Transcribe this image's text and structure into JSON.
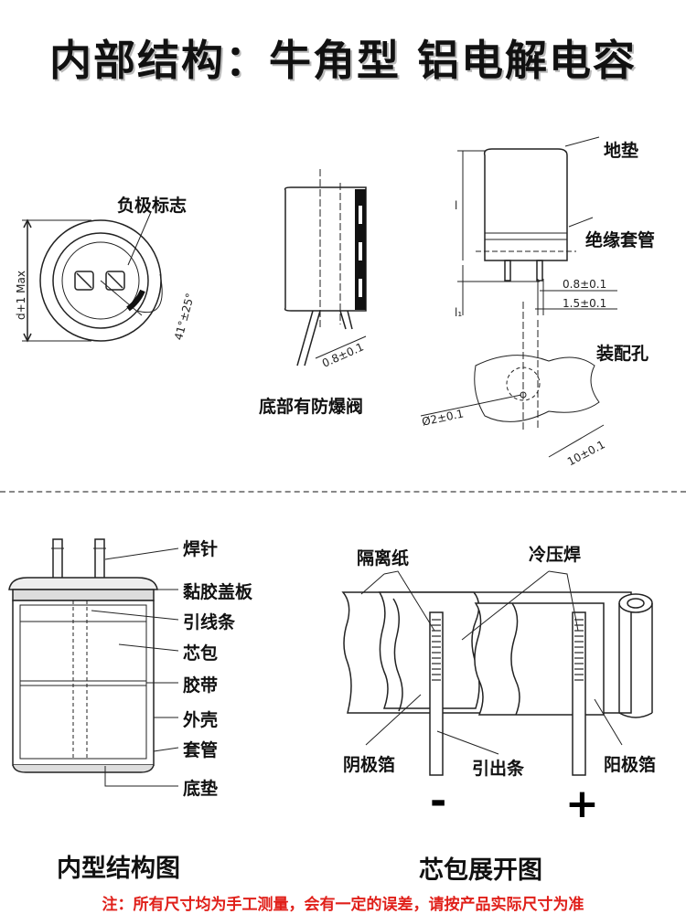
{
  "title": "内部结构：牛角型 铝电解电容",
  "top_labels": {
    "negative_mark": "负极标志",
    "bottom_vent": "底部有防爆阀",
    "base_pad": "地垫",
    "insulating_sleeve": "绝缘套管",
    "mounting_hole": "装配孔"
  },
  "dimensions": {
    "diameter": "d+1 Max",
    "angle": "41°±25°",
    "lead_width": "0.8±0.1",
    "lead_space_a": "0.8±0.1",
    "lead_space_b": "1.5±0.1",
    "hole_diameter": "Ø2±0.1",
    "hole_pitch": "10±0.1",
    "l_mark": "l",
    "l1_mark": "l₁"
  },
  "internal_labels": [
    "焊针",
    "黏胶盖板",
    "引线条",
    "芯包",
    "胶带",
    "外壳",
    "套管",
    "底垫"
  ],
  "core_labels": {
    "separator_paper": "隔离纸",
    "cold_weld": "冷压焊",
    "cathode_foil": "阴极箔",
    "lead_strip": "引出条",
    "anode_foil": "阳极箔",
    "minus": "-",
    "plus": "+"
  },
  "captions": {
    "internal": "内型结构图",
    "core": "芯包展开图"
  },
  "note": "注：所有尺寸均为手工测量，会有一定的误差，请按产品实际尺寸为准",
  "colors": {
    "note": "#e0201a",
    "line": "#222222",
    "shade": "#dddddd"
  }
}
